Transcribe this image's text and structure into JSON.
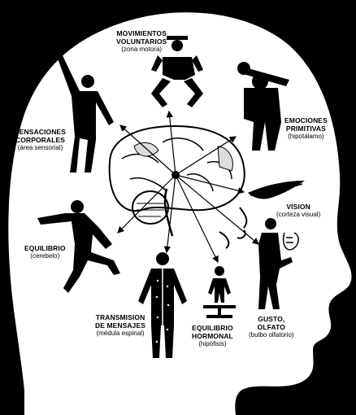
{
  "labels": {
    "motor": {
      "line1": "MOVIMIENTOS",
      "line2": "VOLUNTARIOS",
      "sub": "(zona motora)"
    },
    "sensory": {
      "line1": "SENSACIONES",
      "line2": "CORPORALES",
      "sub": "(área sensorial)"
    },
    "emotion": {
      "line1": "EMOCIONES",
      "line2": "PRIMITIVAS",
      "sub": "(hipotálamo)"
    },
    "vision": {
      "line1": "VISION",
      "sub": "(corteza visual)"
    },
    "balance": {
      "line1": "EQUILIBRIO",
      "sub": "(cerebelo)"
    },
    "spinal": {
      "line1": "TRANSMISION",
      "line2": "DE MENSAJES",
      "sub": "(médula espinal)"
    },
    "hormonal": {
      "line1": "EQUILIBRIO",
      "line2": "HORMONAL",
      "sub": "(hipófisis)"
    },
    "smell": {
      "line1": "GUSTO,",
      "line2": "OLFATO",
      "sub": "(bulbo olfatorio)"
    }
  },
  "colors": {
    "background": "#000000",
    "head": "#ffffff",
    "ink": "#000000"
  }
}
